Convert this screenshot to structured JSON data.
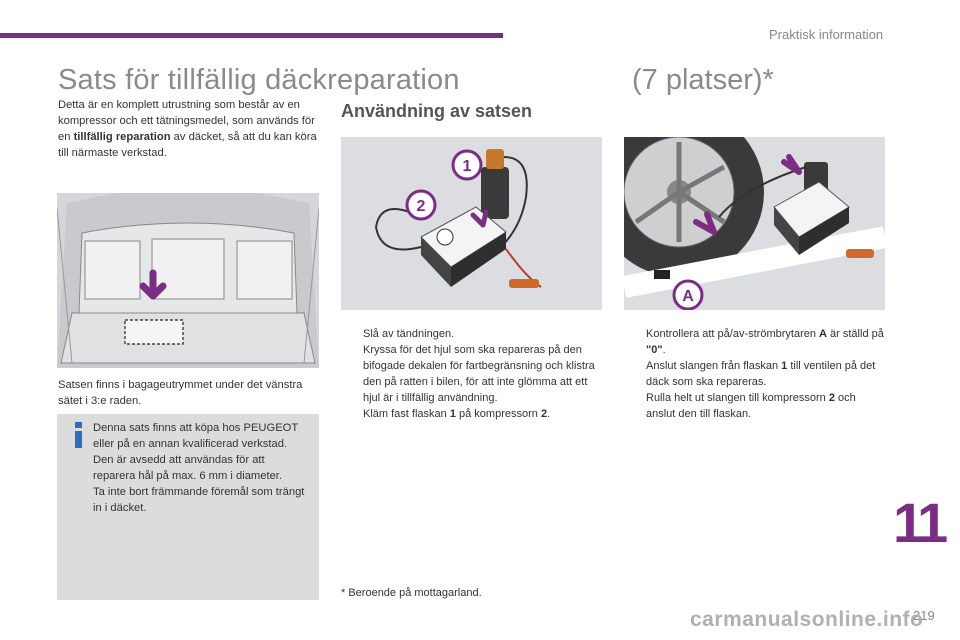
{
  "header": {
    "section": "Praktisk information",
    "accent_color": "#7a2d83"
  },
  "title": {
    "main": "Sats för tillfällig däckreparation",
    "suffix": "(7 platser)*"
  },
  "intro": {
    "part1": "Detta är en komplett utrustning som består av en kompressor och ett tätningsmedel, som används för en ",
    "bold": "tillfällig reparation",
    "part2": " av däcket, så att du kan köra till närmaste verkstad."
  },
  "location_text": "Satsen finns i bagageutrymmet under det vänstra sätet i 3:e raden.",
  "info_box": {
    "icon": "info-icon",
    "line1": "Denna sats finns att köpa hos PEUGEOT eller på en annan kvalificerad verkstad.",
    "line2": "Den är avsedd att användas för att reparera hål på max. 6 mm i diameter.",
    "line3": "Ta inte bort främmande föremål som trängt in i däcket."
  },
  "usage": {
    "heading": "Användning av satsen",
    "bullet_glyph": "",
    "image_labels": {
      "label1": "1",
      "label2": "2",
      "labelA": "A"
    },
    "steps_middle": [
      {
        "text": "Slå av tändningen."
      },
      {
        "text": "Kryssa för det hjul som ska repareras på den bifogade dekalen för fartbegränsning och klistra den på ratten i bilen, för att inte glömma att ett hjul är i tillfällig användning."
      },
      {
        "pre": "Kläm fast flaskan ",
        "b1": "1",
        "mid": " på kompressorn ",
        "b2": "2",
        "post": "."
      }
    ],
    "steps_right": [
      {
        "pre": "Kontrollera att på/av-strömbrytaren ",
        "b1": "A",
        "mid": " är ställd på ",
        "b2": "\"0\"",
        "post": "."
      },
      {
        "pre": "Anslut slangen från flaskan ",
        "b1": "1",
        "mid": " till ventilen på det däck som ska repareras.",
        "b2": "",
        "post": ""
      },
      {
        "pre": "Rulla helt ut slangen till kompressorn ",
        "b1": "2",
        "mid": " och anslut den till flaskan.",
        "b2": "",
        "post": ""
      }
    ]
  },
  "footnote": "* Beroende på mottagarland.",
  "chapter_number": "11",
  "page_number": "219",
  "watermark": "carmanualsonline.info"
}
